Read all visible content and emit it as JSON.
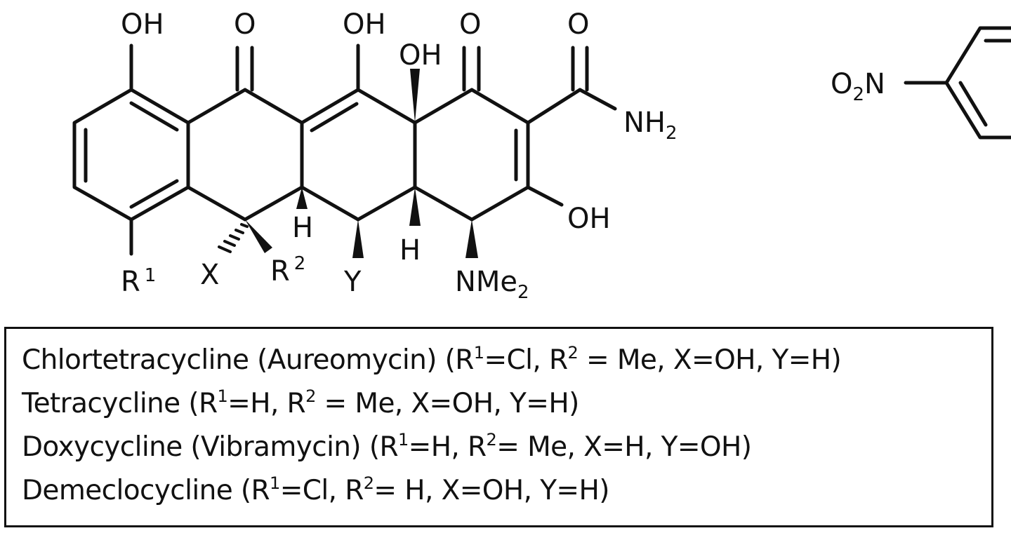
{
  "structure": {
    "name": "tetracycline-core",
    "labels": {
      "oh_ring_a": "OH",
      "o_c11": "O",
      "oh_c12": "OH",
      "oh_c12a": "OH",
      "o_c1": "O",
      "o_amide": "O",
      "nh": "NH",
      "nh_sub": "2",
      "oh_c3": "OH",
      "h_c5a": "H",
      "h_c4a": "H",
      "r1": "R",
      "r1_sup": "1",
      "x": "X",
      "r2": "R",
      "r2_sup": "2",
      "y": "Y",
      "nme": "NMe",
      "nme_sub": "2",
      "o2n_o": "O",
      "o2n_sub": "2",
      "o2n_n": "N"
    }
  },
  "legend": {
    "items": [
      {
        "name": "Chlortetracycline (Aureomycin) (R",
        "sup1": "1",
        "mid": "=Cl, R",
        "sup2": "2",
        "rest": " = Me, X=OH, Y=H)"
      },
      {
        "name": "Tetracycline (R",
        "sup1": "1",
        "mid": "=H, R",
        "sup2": "2",
        "rest": " = Me, X=OH, Y=H)"
      },
      {
        "name": "Doxycycline (Vibramycin) (R",
        "sup1": "1",
        "mid": "=H, R",
        "sup2": "2",
        "rest": "= Me, X=H, Y=OH)"
      },
      {
        "name": "Demeclocycline (R",
        "sup1": "1",
        "mid": "=Cl, R",
        "sup2": "2",
        "rest": "= H, X=OH, Y=H)"
      }
    ]
  }
}
